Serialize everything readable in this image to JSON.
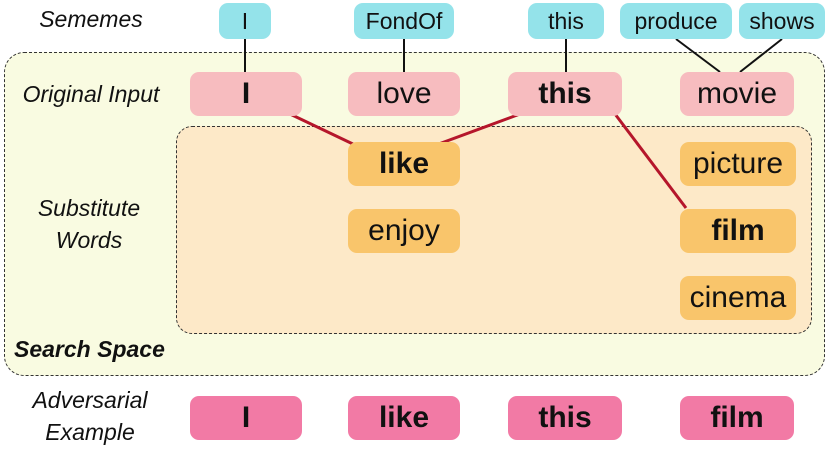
{
  "labels": {
    "sememes": "Sememes",
    "original_input": "Original Input",
    "substitute_line1": "Substitute",
    "substitute_line2": "Words",
    "search_space": "Search Space",
    "adversarial_line1": "Adversarial",
    "adversarial_line2": "Example"
  },
  "sememes": [
    "I",
    "FondOf",
    "this",
    "produce",
    "shows"
  ],
  "original_input": [
    "I",
    "love",
    "this",
    "movie"
  ],
  "substitute_words": {
    "love": [
      "like",
      "enjoy"
    ],
    "movie": [
      "picture",
      "film",
      "cinema"
    ]
  },
  "adversarial_example": [
    "I",
    "like",
    "this",
    "film"
  ],
  "colors": {
    "sememe": "#94e3ea",
    "original": "#f7bcbf",
    "substitute": "#f9c56b",
    "adversarial": "#f27aa5",
    "search_space_bg": "#f9fbe1",
    "substitute_bg": "#fde9c8",
    "path_line": "#b5162b"
  }
}
